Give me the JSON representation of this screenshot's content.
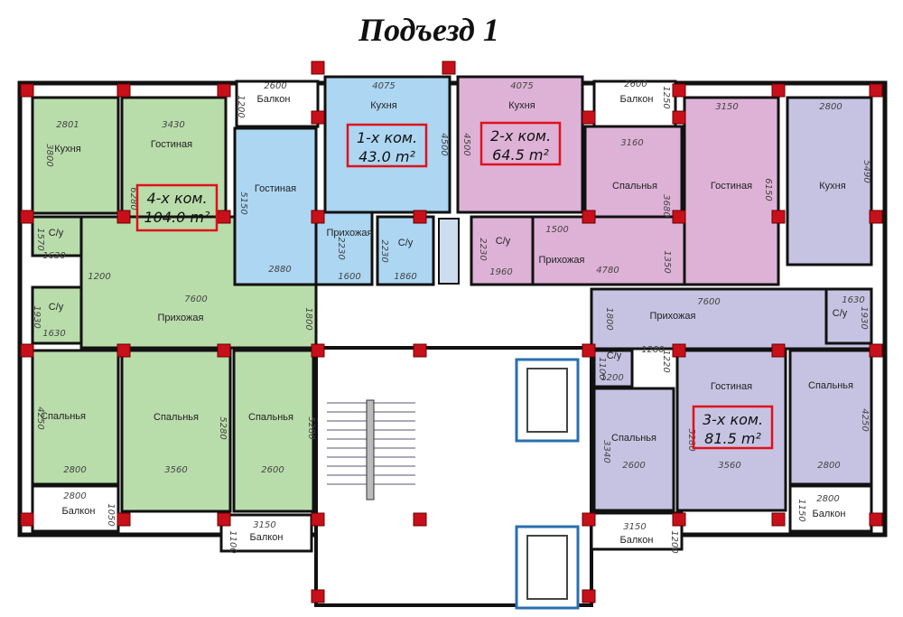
{
  "title": "Подъезд 1",
  "colors": {
    "four_room": "#b9dcab",
    "one_room": "#acd6f2",
    "two_room": "#deb2d6",
    "three_room": "#c6c3e2",
    "wall": "#111111",
    "column": "#c8101a",
    "badge_border": "#e0101a"
  },
  "apartments": [
    {
      "rooms": "4-х ком.",
      "area": "104.0 m²"
    },
    {
      "rooms": "1-х ком.",
      "area": "43.0 m²"
    },
    {
      "rooms": "2-х ком.",
      "area": "64.5 m²"
    },
    {
      "rooms": "3-х ком.",
      "area": "81.5 m²"
    }
  ],
  "room_labels": [
    "Кухня",
    "Гостиная",
    "С/у",
    "С/у",
    "Прихожая",
    "Спальнья",
    "Спальнья",
    "Спальнья",
    "Балкон",
    "Балкон",
    "Балкон",
    "Кухня",
    "Гостиная",
    "Прихожая",
    "С/у",
    "Кухня",
    "Балкон",
    "Спальнья",
    "Гостиная",
    "Кухня",
    "С/у",
    "Прихожая",
    "Прихожая",
    "С/у",
    "С/у",
    "Гостиная",
    "Спальнья",
    "Спальнья",
    "Балкон",
    "Балкон"
  ],
  "dimensions": [
    "2801",
    "3430",
    "3800",
    "6280",
    "1570",
    "1630",
    "1200",
    "7600",
    "1930",
    "1630",
    "1800",
    "4250",
    "5280",
    "5280",
    "2800",
    "3560",
    "2600",
    "2800",
    "1050",
    "3150",
    "1100",
    "2600",
    "1200",
    "4075",
    "4500",
    "5150",
    "2880",
    "2230",
    "1600",
    "2230",
    "1860",
    "4075",
    "4500",
    "2600",
    "1250",
    "3160",
    "3680",
    "6150",
    "3150",
    "2800",
    "5490",
    "1500",
    "2230",
    "1960",
    "4780",
    "1350",
    "7600",
    "1800",
    "1630",
    "1930",
    "1280",
    "1220",
    "1100",
    "1200",
    "3340",
    "5280",
    "4250",
    "2600",
    "3560",
    "2800",
    "2800",
    "1150",
    "3150",
    "1200"
  ]
}
